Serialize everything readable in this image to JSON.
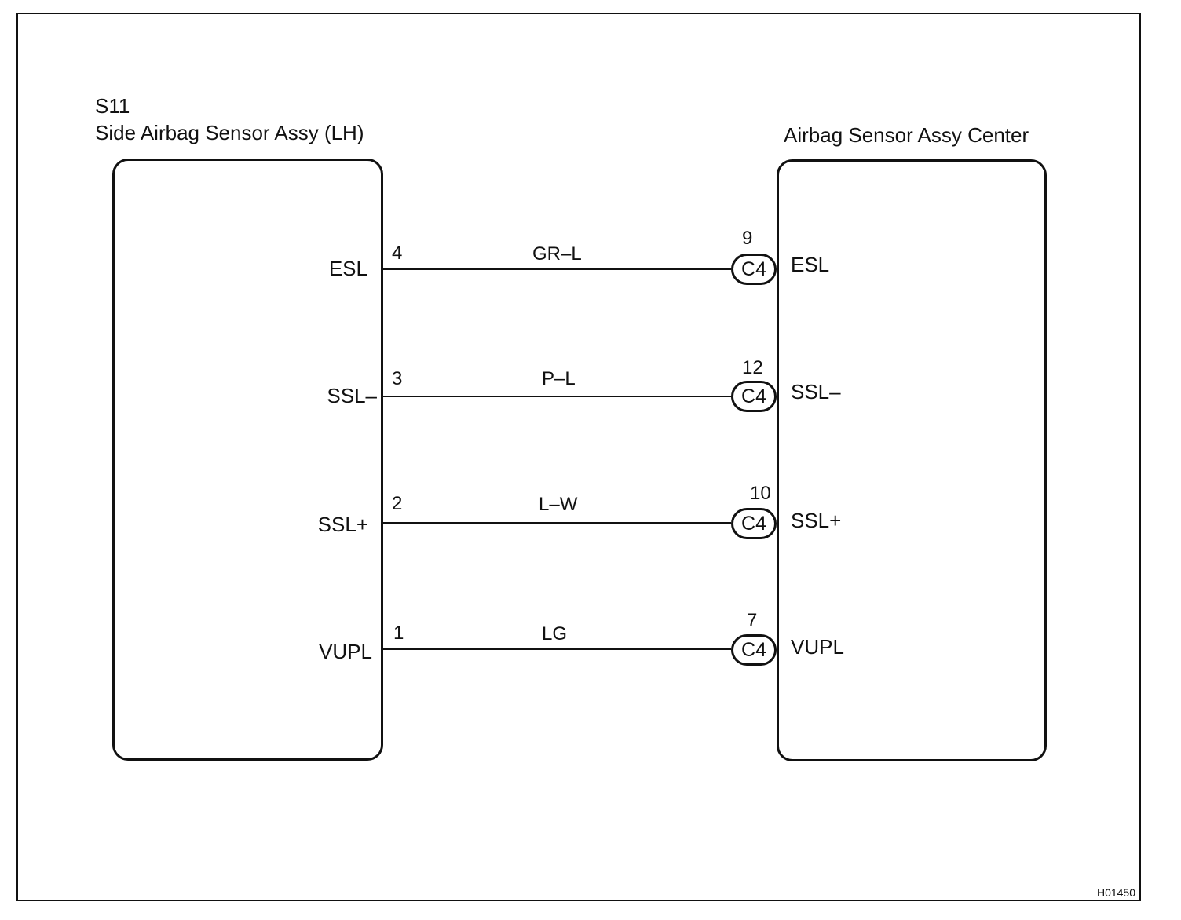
{
  "left_component": {
    "code": "S11",
    "name": "Side Airbag Sensor Assy (LH)"
  },
  "right_component": {
    "name": "Airbag Sensor Assy Center"
  },
  "wires": [
    {
      "left_terminal": "ESL",
      "left_pin": "4",
      "color": "GR–L",
      "connector": "C4",
      "right_pin": "9",
      "right_terminal": "ESL"
    },
    {
      "left_terminal": "SSL–",
      "left_pin": "3",
      "color": "P–L",
      "connector": "C4",
      "right_pin": "12",
      "right_terminal": "SSL–"
    },
    {
      "left_terminal": "SSL+",
      "left_pin": "2",
      "color": "L–W",
      "connector": "C4",
      "right_pin": "10",
      "right_terminal": "SSL+"
    },
    {
      "left_terminal": "VUPL",
      "left_pin": "1",
      "color": "LG",
      "connector": "C4",
      "right_pin": "7",
      "right_terminal": "VUPL"
    }
  ],
  "figure_code": "H01450"
}
